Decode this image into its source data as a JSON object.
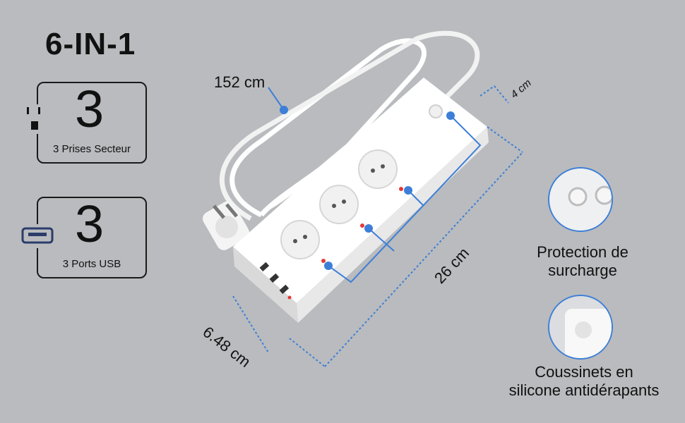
{
  "headline": "6-IN-1",
  "features": [
    {
      "number": "3",
      "label": "3 Prises Secteur",
      "icon": "power-plug-icon"
    },
    {
      "number": "3",
      "label": "3 Ports USB",
      "icon": "usb-port-icon"
    }
  ],
  "dimensions": {
    "cable": "152 cm",
    "height": "4 cm",
    "length": "26 cm",
    "width": "6.48 cm"
  },
  "details": [
    {
      "label_line1": "Protection de",
      "label_line2": "surcharge"
    },
    {
      "label_line1": "Coussinets en",
      "label_line2": "silicone antidérapants"
    }
  ],
  "colors": {
    "background": "#b9bbbe",
    "accent": "#3d7fd8",
    "text": "#111111",
    "product": "#ffffff"
  }
}
